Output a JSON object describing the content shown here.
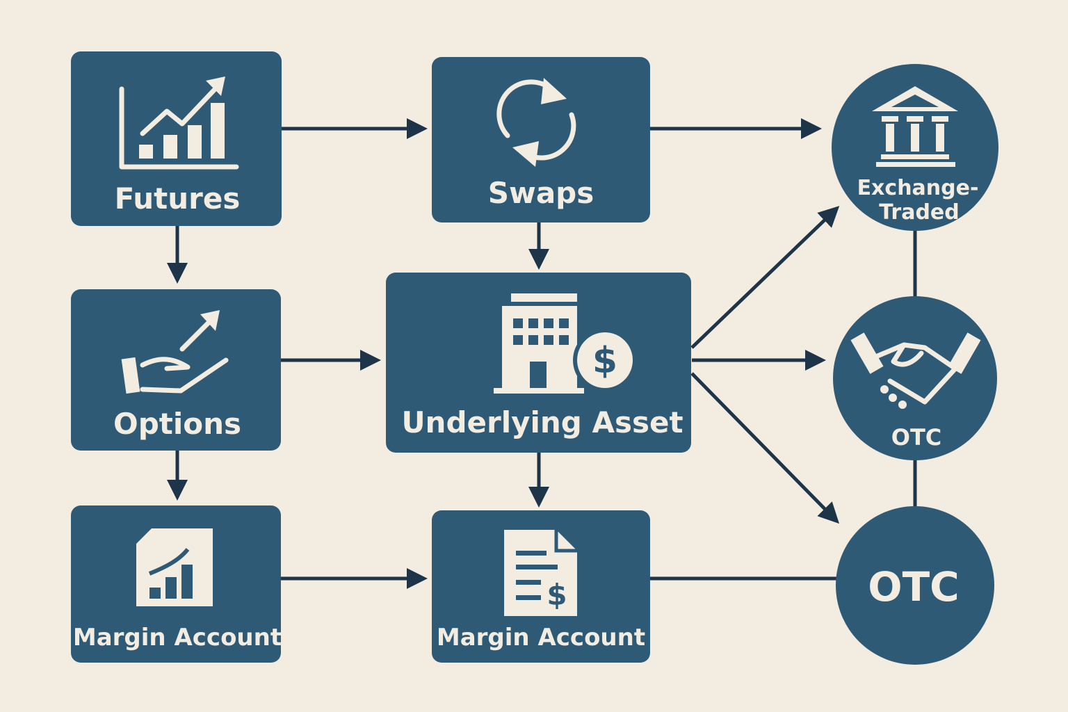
{
  "colors": {
    "background": "#f3ece1",
    "node": "#2f5a76",
    "arrow": "#1e3448",
    "text": "#f3ece1"
  },
  "nodes": {
    "futures": {
      "label": "Futures",
      "icon": "bar-chart-up-icon"
    },
    "swaps": {
      "label": "Swaps",
      "icon": "refresh-cycle-icon"
    },
    "options": {
      "label": "Options",
      "icon": "hand-arrow-icon"
    },
    "underlying": {
      "label": "Underlying Asset",
      "icon": "building-dollar-icon"
    },
    "margin_left": {
      "label": "Margin Account",
      "icon": "document-chart-icon"
    },
    "margin_center": {
      "label": "Margin Account",
      "icon": "document-dollar-icon"
    },
    "exchange": {
      "label_line1": "Exchange-",
      "label_line2": "Traded",
      "icon": "bank-building-icon"
    },
    "otc_mid": {
      "label": "OTC",
      "icon": "handshake-icon"
    },
    "otc_bottom": {
      "label": "OTC"
    }
  },
  "edges": [
    {
      "from": "futures",
      "to": "swaps"
    },
    {
      "from": "swaps",
      "to": "exchange"
    },
    {
      "from": "futures",
      "to": "options"
    },
    {
      "from": "swaps",
      "to": "underlying"
    },
    {
      "from": "options",
      "to": "underlying"
    },
    {
      "from": "underlying",
      "to": "exchange"
    },
    {
      "from": "underlying",
      "to": "otc_mid"
    },
    {
      "from": "underlying",
      "to": "otc_bottom"
    },
    {
      "from": "options",
      "to": "margin_left"
    },
    {
      "from": "underlying",
      "to": "margin_center"
    },
    {
      "from": "margin_left",
      "to": "margin_center"
    },
    {
      "from": "margin_center",
      "to": "otc_bottom"
    },
    {
      "from": "exchange",
      "to": "otc_mid"
    },
    {
      "from": "otc_mid",
      "to": "otc_bottom"
    }
  ]
}
